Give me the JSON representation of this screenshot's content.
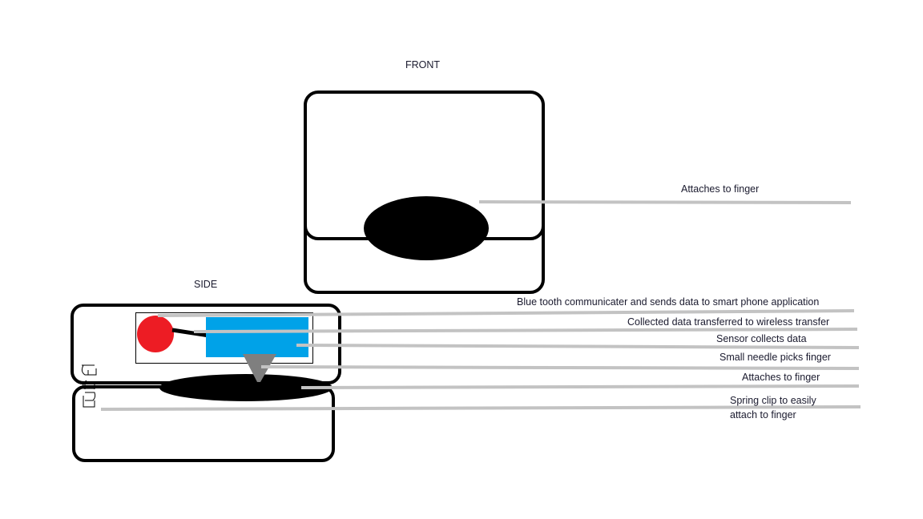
{
  "views": {
    "front_title": "FRONT",
    "side_title": "SIDE"
  },
  "front_labels": [
    {
      "text": "Attaches to finger"
    }
  ],
  "side_labels": [
    {
      "text": "Blue tooth communicater and sends data to smart phone application"
    },
    {
      "text": "Collected data transferred to wireless transfer"
    },
    {
      "text": "Sensor collects data"
    },
    {
      "text": "Small needle picks finger"
    },
    {
      "text": "Attaches to finger"
    },
    {
      "text": "Spring clip to easily",
      "text2": "attach to finger"
    }
  ],
  "colors": {
    "bluetooth": "#ed1c24",
    "sensor": "#00a2e8",
    "needle": "#7f7f7f",
    "leader": "#c3c3c3"
  }
}
